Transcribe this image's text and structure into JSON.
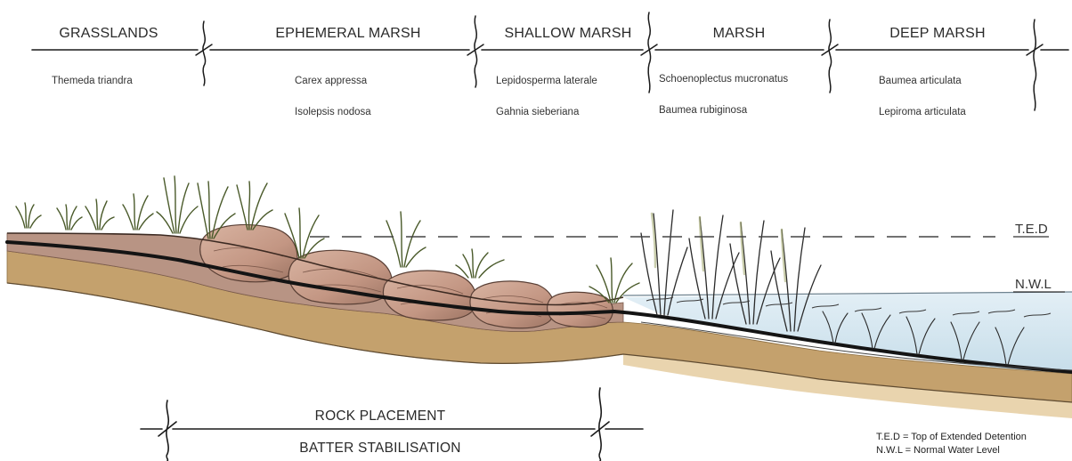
{
  "zones": [
    {
      "name": "GRASSLANDS",
      "species": [
        "Themeda triandra"
      ]
    },
    {
      "name": "EPHEMERAL MARSH",
      "species": [
        "Carex appressa",
        "Isolepsis nodosa"
      ]
    },
    {
      "name": "SHALLOW MARSH",
      "species": [
        "Lepidosperma laterale",
        "Gahnia sieberiana"
      ]
    },
    {
      "name": "MARSH",
      "species": [
        "Schoenoplectus mucronatus",
        "Baumea rubiginosa"
      ]
    },
    {
      "name": "DEEP MARSH",
      "species": [
        "Baumea articulata",
        "Lepiroma articulata"
      ]
    }
  ],
  "levels": {
    "ted": "T.E.D",
    "nwl": "N.W.L"
  },
  "bottom": {
    "rock_placement": "ROCK PLACEMENT",
    "batter_stabilisation": "BATTER STABILISATION"
  },
  "legend": {
    "ted": "T.E.D = Top of Extended Detention",
    "nwl": "N.W.L = Normal Water Level"
  },
  "colors": {
    "topsoil": "#b89484",
    "subsoil": "#c4a16d",
    "rock": "#caa08e",
    "water": "#d4e7f1",
    "vegetation": "#7e9151",
    "ink": "#1a1a1a"
  }
}
